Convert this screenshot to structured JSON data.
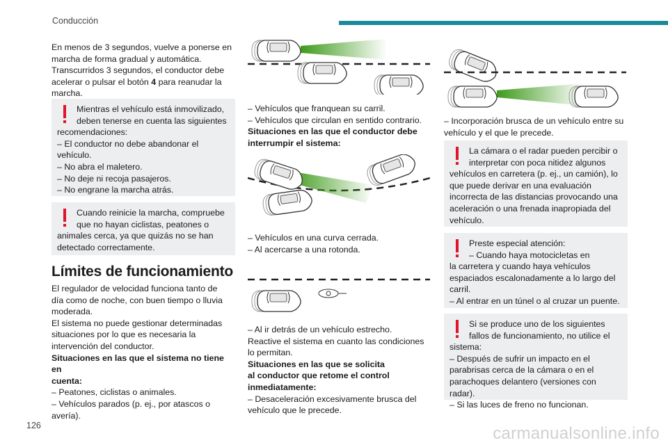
{
  "header": {
    "section": "Conducción"
  },
  "page_number": "126",
  "watermark": "carmanualsonline.info",
  "col1": {
    "intro": [
      "En menos de 3 segundos, vuelve a ponerse en",
      "marcha de forma gradual y automática.",
      "Transcurridos 3 segundos, el conductor debe",
      "acelerar o pulsar el botón ",
      "4",
      " para reanudar la",
      "marcha."
    ],
    "warn1": [
      "Mientras el vehículo está inmovilizado,",
      "deben tenerse en cuenta las siguientes",
      "recomendaciones:",
      "–  El conductor no debe abandonar el",
      "vehículo.",
      "–  No abra el maletero.",
      "–  No deje ni recoja pasajeros.",
      "–  No engrane la marcha atrás."
    ],
    "warn2": [
      "Cuando reinicie la marcha, compruebe",
      "que no hayan ciclistas, peatones o",
      "animales cerca, ya que quizás no se han",
      "detectado correctamente."
    ],
    "heading": "Límites de funcionamiento",
    "body": [
      "El regulador de velocidad funciona tanto de",
      "día como de noche, con buen tiempo o lluvia",
      "moderada.",
      "El sistema no puede gestionar determinadas",
      "situaciones por lo que es necesaria la",
      "intervención del conductor."
    ],
    "sub_heading": [
      "Situaciones en las que el sistema no tiene en",
      "cuenta:"
    ],
    "list": [
      "–  Peatones, ciclistas o animales.",
      "–  Vehículos parados (p. ej., por atascos o",
      "avería)."
    ]
  },
  "col2": {
    "list1": [
      "–  Vehículos que franquean su carril.",
      "–  Vehículos que circulan en sentido contrario."
    ],
    "sub1": [
      "Situaciones en las que el conductor debe",
      "interrumpir el sistema:"
    ],
    "list2": [
      "–  Vehículos en una curva cerrada.",
      "–  Al acercarse a una rotonda."
    ],
    "list3": [
      "–  Al ir detrás de un vehículo estrecho.",
      "Reactive el sistema en cuanto las condiciones",
      "lo permitan."
    ],
    "sub2": [
      "Situaciones en las que se solicita",
      "al conductor que retome el control",
      "inmediatamente:"
    ],
    "list4": [
      "–  Desaceleración excesivamente brusca del",
      "vehículo que le precede."
    ]
  },
  "col3": {
    "list1": [
      "–  Incorporación brusca de un vehículo entre su",
      "vehículo y el que le precede."
    ],
    "warn1": [
      "La cámara o el radar pueden percibir o",
      "interpretar con poca nitidez algunos",
      "vehículos en carretera (p. ej., un camión), lo",
      "que puede derivar en una evaluación",
      "incorrecta de las distancias provocando una",
      "aceleración o una frenada inapropiada del",
      "vehículo."
    ],
    "warn2": [
      "Preste especial atención:",
      "–  Cuando haya motocicletas en",
      "la carretera y cuando haya vehículos",
      "espaciados escalonadamente a lo largo del",
      "carril.",
      "–  Al entrar en un túnel o al cruzar un puente."
    ],
    "warn3": [
      "Si se produce uno de los siguientes",
      "fallos de funcionamiento, no utilice el",
      "sistema:",
      "–  Después de sufrir un impacto en el",
      "parabrisas cerca de la cámara o en el",
      "parachoques delantero (versiones con radar).",
      "–  Si las luces de freno no funcionan."
    ]
  },
  "colors": {
    "accent": "#1b8a9a",
    "warning": "#e0152b",
    "beam": "#5cae2d",
    "box": "#eceef0"
  }
}
